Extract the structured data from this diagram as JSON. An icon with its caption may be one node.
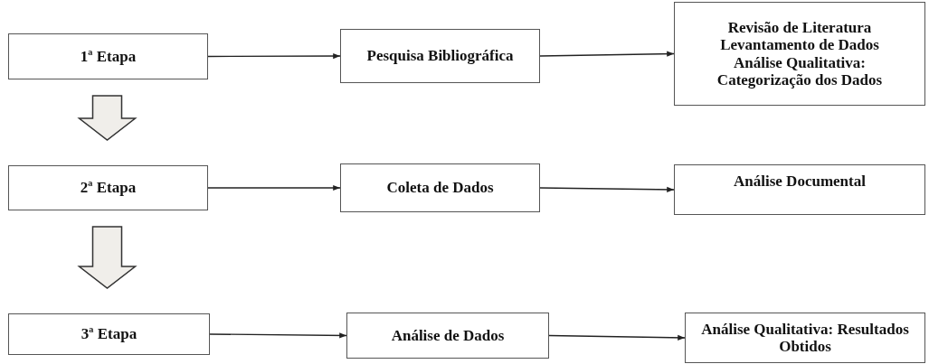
{
  "diagram": {
    "nodes": [
      {
        "text": [
          "1ª Etapa"
        ]
      },
      {
        "text": [
          "Pesquisa Bibliográfica"
        ]
      },
      {
        "text": [
          "Revisão de Literatura",
          "Levantamento de Dados",
          "Análise Qualitativa:",
          "Categorização dos Dados"
        ]
      },
      {
        "text": [
          "2ª Etapa"
        ]
      },
      {
        "text": [
          "Coleta de Dados"
        ]
      },
      {
        "text": [
          "Análise Documental"
        ]
      },
      {
        "text": [
          "3ª Etapa"
        ]
      },
      {
        "text": [
          "Análise de Dados"
        ]
      },
      {
        "text": [
          "Análise Qualitativa: Resultados Obtidos"
        ]
      }
    ],
    "edges": [
      {
        "from": 0,
        "to": 1,
        "arrow": "to"
      },
      {
        "from": 1,
        "to": 2,
        "arrow": "to"
      },
      {
        "from": 0,
        "to": 3,
        "arrow": "to",
        "style": "thick"
      },
      {
        "from": 3,
        "to": 4,
        "arrow": "to"
      },
      {
        "from": 4,
        "to": 5,
        "arrow": "to"
      },
      {
        "from": 3,
        "to": 6,
        "arrow": "to",
        "style": "thick"
      },
      {
        "from": 6,
        "to": 7,
        "arrow": "to"
      },
      {
        "from": 7,
        "to": 8,
        "arrow": "to"
      }
    ]
  }
}
